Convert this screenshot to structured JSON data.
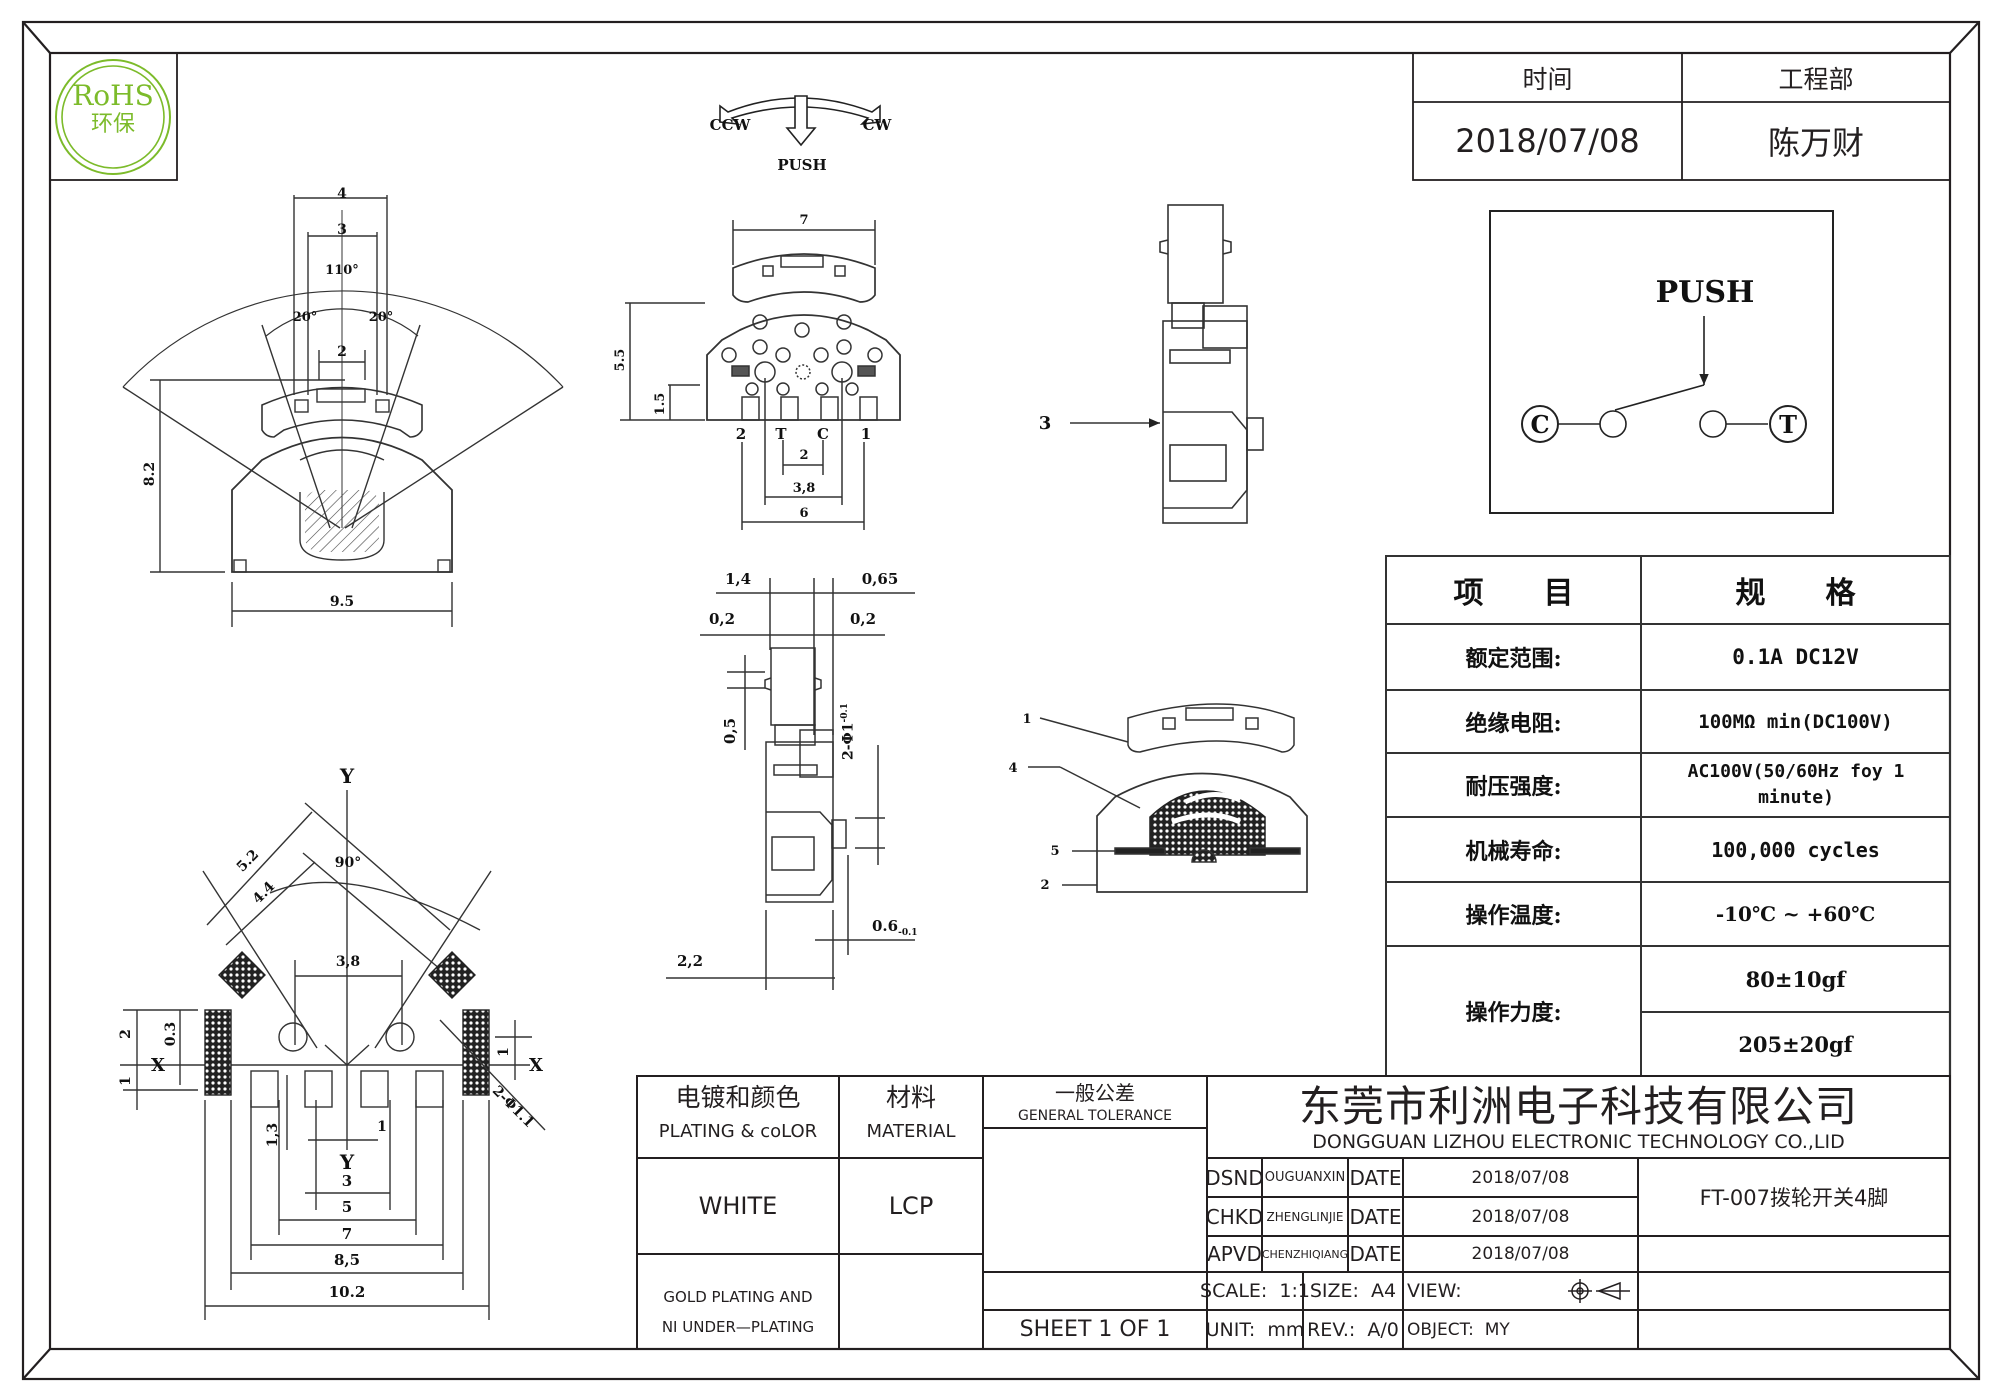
{
  "logo": {
    "text_top": "RoHS",
    "text_bottom": "环保",
    "color": "#7cbb2a"
  },
  "header_table": {
    "col1_label": "时间",
    "col2_label": "工程部",
    "col1_value": "2018/07/08",
    "col2_value": "陈万财"
  },
  "circuit": {
    "push_label": "PUSH",
    "terminal_left": "C",
    "terminal_right": "T"
  },
  "motion": {
    "ccw": "CCW",
    "cw": "CW",
    "push": "PUSH"
  },
  "views": {
    "front": {
      "dims": {
        "w4": "4",
        "w3": "3",
        "angle110": "110°",
        "angle20_left": "20°",
        "angle20_right": "20°",
        "w2": "2",
        "h82": "8.2",
        "w95": "9.5"
      }
    },
    "bottom": {
      "dims": {
        "w7": "7",
        "h55": "5.5",
        "h15": "1.5",
        "pin2": "2",
        "pinT": "T",
        "pinC": "C",
        "pin1": "1",
        "p2": "2",
        "p38": "3,8",
        "p6": "6"
      }
    },
    "side_detail": {
      "dims": {
        "d14": "1,4",
        "d065": "0,65",
        "d02a": "0,2",
        "d02b": "0,2",
        "d05": "0,5",
        "d2phi1": "2-Φ1",
        "tol1": "-0.1",
        "d06": "0.6",
        "tol2": "-0.1",
        "d22": "2,2"
      }
    },
    "side": {
      "callout": "3"
    },
    "section": {
      "callouts": [
        "1",
        "4",
        "5",
        "2"
      ]
    },
    "footprint": {
      "labels": {
        "y_top": "Y",
        "y_bottom": "Y",
        "x_left": "X",
        "x_right": "X"
      },
      "dims": {
        "d52": "5.2",
        "d44": "4.4",
        "a90": "90°",
        "d38": "3,8",
        "d2": "2",
        "d03": "0.3",
        "d1l": "1",
        "d1r": "1",
        "d2phi11": "2-Φ1.1",
        "d13": "1,3",
        "d1c": "1",
        "d3": "3",
        "d5": "5",
        "d7": "7",
        "d85": "8,5",
        "d102": "10.2"
      }
    }
  },
  "spec_table": {
    "header": {
      "item": "项　　目",
      "spec": "规　　格"
    },
    "rows": [
      {
        "item": "额定范围:",
        "spec": "0.1A DC12V"
      },
      {
        "item": "绝缘电阻:",
        "spec": "100MΩ min(DC100V)"
      },
      {
        "item": "耐压强度:",
        "spec": "AC100V(50/60Hz foy 1 minute)"
      },
      {
        "item": "机械寿命:",
        "spec": "100,000 cycles"
      },
      {
        "item": "操作温度:",
        "spec": "-10℃ ~ +60℃"
      },
      {
        "item": "操作力度:",
        "spec": [
          "80±10gf",
          "205±20gf"
        ]
      }
    ]
  },
  "title_block": {
    "plating_label_cn": "电镀和颜色",
    "plating_label_en": "PLATING & coLOR",
    "material_label_cn": "材料",
    "material_label_en": "MATERIAL",
    "tolerance_label_cn": "一般公差",
    "tolerance_label_en": "GENERAL TOLERANCE",
    "color_value": "WHITE",
    "material_value": "LCP",
    "plating_note_1": "GOLD PLATING AND",
    "plating_note_2": "NI UNDER—PLATING",
    "sheet": "SHEET 1 OF 1",
    "company_cn": "东莞市利洲电子科技有限公司",
    "company_en": "DONGGUAN LIZHOU ELECTRONIC TECHNOLOGY CO.,LID",
    "signoffs": [
      {
        "role": "DSND",
        "name": "OUGUANXIN",
        "date_label": "DATE",
        "date": "2018/07/08"
      },
      {
        "role": "CHKD",
        "name": "ZHENGLINJIE",
        "date_label": "DATE",
        "date": "2018/07/08"
      },
      {
        "role": "APVD",
        "name": "CHENZHIQIANG",
        "date_label": "DATE",
        "date": "2018/07/08"
      }
    ],
    "scale": "SCALE:  1:1",
    "size": "SIZE:  A4",
    "view": "VIEW:",
    "unit": "UNIT:  mm",
    "rev": "REV.:  A/0",
    "object": "OBJECT:  MY",
    "part_name": "FT-007拨轮开关4脚"
  }
}
